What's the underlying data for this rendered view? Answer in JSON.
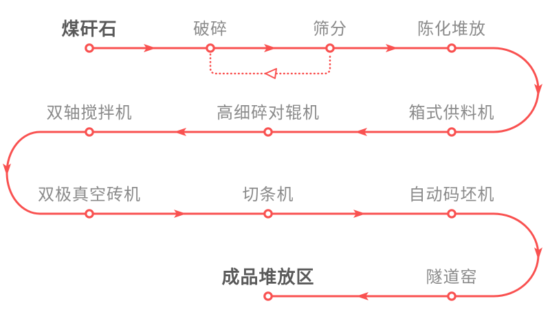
{
  "diagram": {
    "type": "process-flow",
    "colors": {
      "line": "#f95150",
      "label": "#8a8a8a",
      "emphasis": "#595959",
      "background": "#ffffff"
    },
    "stages": [
      {
        "label": "煤矸石",
        "emphasis": true
      },
      {
        "label": "破碎",
        "emphasis": false
      },
      {
        "label": "筛分",
        "emphasis": false
      },
      {
        "label": "陈化堆放",
        "emphasis": false
      },
      {
        "label": "箱式供料机",
        "emphasis": false
      },
      {
        "label": "高细碎对辊机",
        "emphasis": false
      },
      {
        "label": "双轴搅拌机",
        "emphasis": false
      },
      {
        "label": "双极真空砖机",
        "emphasis": false
      },
      {
        "label": "切条机",
        "emphasis": false
      },
      {
        "label": "自动码坯机",
        "emphasis": false
      },
      {
        "label": "隧道窑",
        "emphasis": false
      },
      {
        "label": "成品堆放区",
        "emphasis": true
      }
    ],
    "flow_order": [
      "煤矸石",
      "破碎",
      "筛分",
      "陈化堆放",
      "箱式供料机",
      "高细碎对辊机",
      "双轴搅拌机",
      "双极真空砖机",
      "切条机",
      "自动码坯机",
      "隧道窑",
      "成品堆放区"
    ],
    "feedback_loop": {
      "from": "筛分",
      "to": "破碎",
      "style": "dotted"
    }
  }
}
